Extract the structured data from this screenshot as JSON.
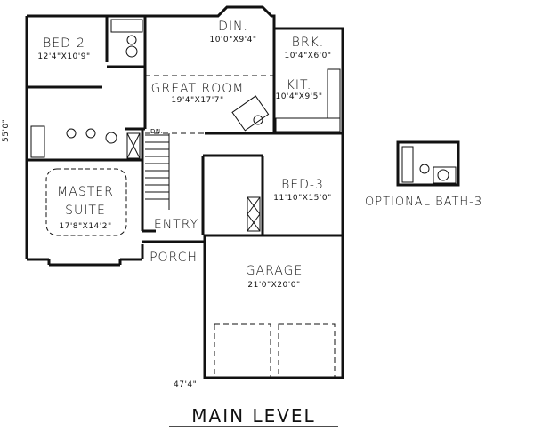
{
  "plan": {
    "title": "MAIN LEVEL",
    "overall_width": "47'4\"",
    "overall_depth": "55'0\"",
    "stair_label": "DN.",
    "optional_label": "OPTIONAL BATH-3"
  },
  "rooms": [
    {
      "name": "BED-2",
      "size": "12'4\"X10'9\""
    },
    {
      "name": "DIN.",
      "size": "10'0\"X9'4\""
    },
    {
      "name": "BRK.",
      "size": "10'4\"X6'0\""
    },
    {
      "name": "GREAT ROOM",
      "size": "19'4\"X17'7\""
    },
    {
      "name": "KIT.",
      "size": "10'4\"X9'5\""
    },
    {
      "name": "MASTER SUITE",
      "line1": "MASTER",
      "line2": "SUITE",
      "size": "17'8\"X14'2\""
    },
    {
      "name": "BED-3",
      "size": "11'10\"X15'0\""
    },
    {
      "name": "ENTRY",
      "size": ""
    },
    {
      "name": "PORCH",
      "size": ""
    },
    {
      "name": "GARAGE",
      "size": "21'0\"X20'0\""
    }
  ],
  "colors": {
    "line": "#111111",
    "background": "#ffffff"
  }
}
